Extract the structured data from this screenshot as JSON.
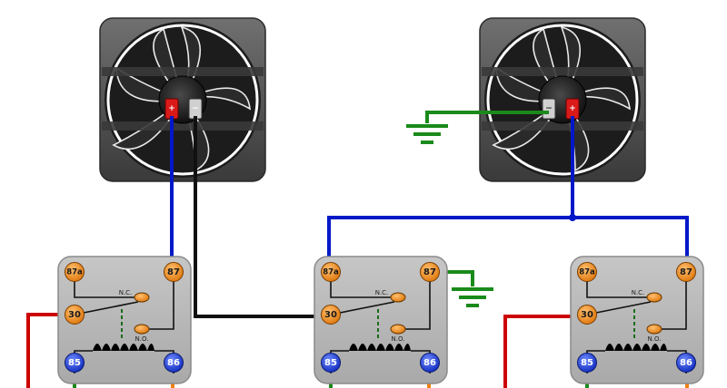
{
  "colors": {
    "power": "#cc0000",
    "fan_supply": "#0018c8",
    "fan_return": "#111111",
    "ground": "#1a8a1a",
    "coil_feed": "#f08010",
    "terminal_orange": "#f28c1c",
    "terminal_blue": "#1f3fd6",
    "relay_body": "#b8b8b8",
    "fan_frame": "#555555"
  },
  "fans": [
    {
      "id": "fan-1",
      "positive_label": "+",
      "negative_label": "−"
    },
    {
      "id": "fan-2",
      "positive_label": "+",
      "negative_label": "−"
    }
  ],
  "relays": [
    {
      "id": "relay-1",
      "terminals": {
        "t87a": "87a",
        "t87": "87",
        "t30": "30",
        "t85": "85",
        "t86": "86"
      },
      "nc_label": "N.C.",
      "no_label": "N.O."
    },
    {
      "id": "relay-2",
      "terminals": {
        "t87a": "87a",
        "t87": "87",
        "t30": "30",
        "t85": "85",
        "t86": "86"
      },
      "nc_label": "N.C.",
      "no_label": "N.O."
    },
    {
      "id": "relay-3",
      "terminals": {
        "t87a": "87a",
        "t87": "87",
        "t30": "30",
        "t85": "85",
        "t86": "86"
      },
      "nc_label": "N.C.",
      "no_label": "N.O."
    }
  ]
}
